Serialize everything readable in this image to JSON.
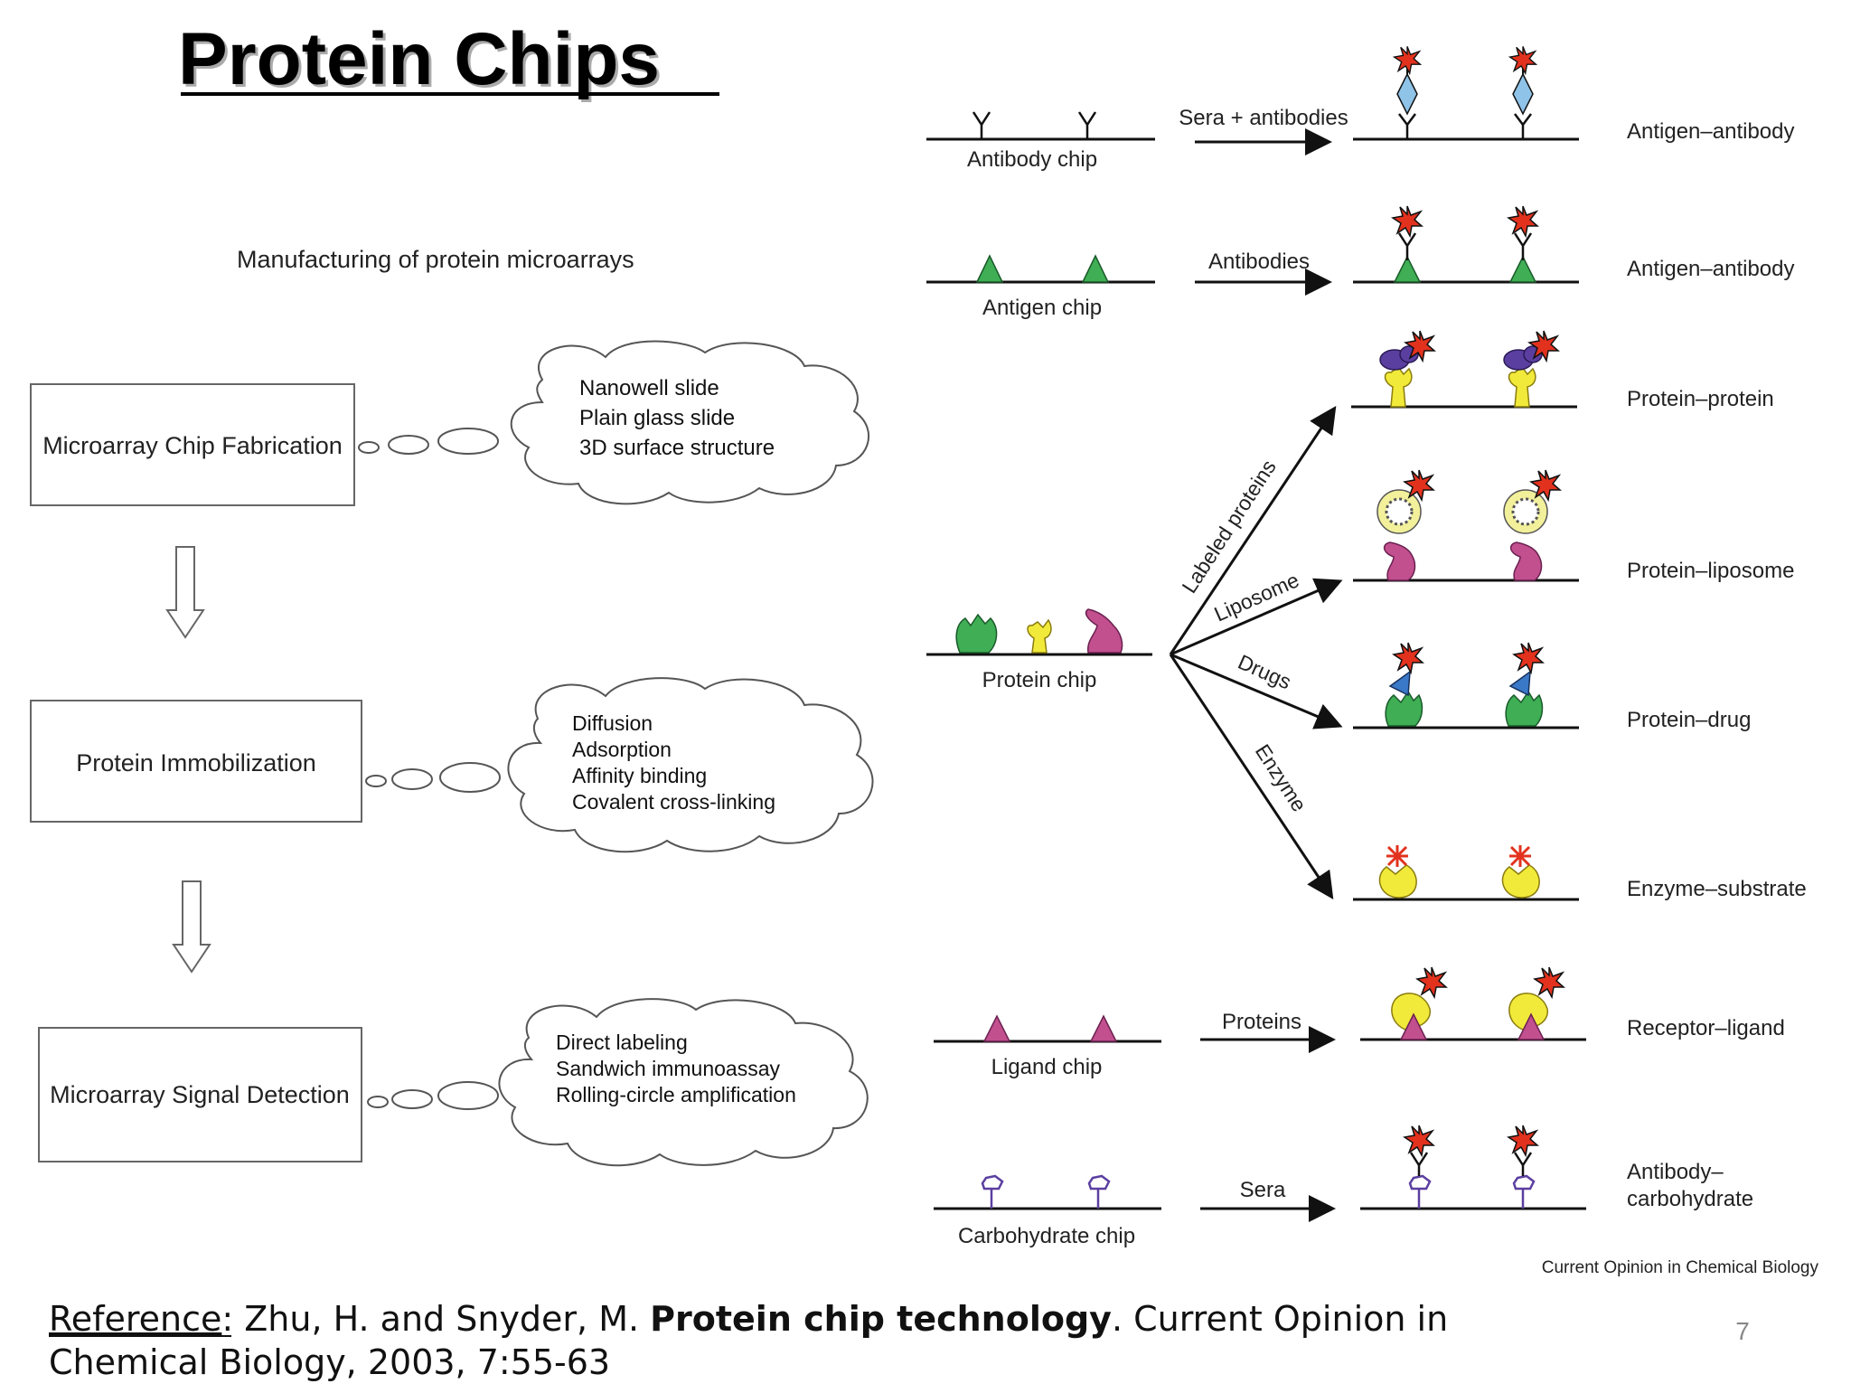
{
  "title": "Protein Chips",
  "left_panel": {
    "heading": "Manufacturing of protein microarrays",
    "steps": [
      {
        "label": "Microarray Chip Fabrication",
        "details": [
          "Nanowell slide",
          "Plain glass slide",
          "3D surface structure"
        ]
      },
      {
        "label": "Protein Immobilization",
        "details": [
          "Diffusion",
          "Adsorption",
          "Affinity binding",
          "Covalent cross-linking"
        ]
      },
      {
        "label": "Microarray Signal Detection",
        "details": [
          "Direct labeling",
          "Sandwich immunoassay",
          "Rolling-circle amplification"
        ]
      }
    ]
  },
  "right_panel": {
    "chips": {
      "antibody": "Antibody chip",
      "antigen": "Antigen chip",
      "protein": "Protein chip",
      "ligand": "Ligand chip",
      "carbohydrate": "Carbohydrate chip"
    },
    "reagents": {
      "sera_antibodies": "Sera + antibodies",
      "antibodies": "Antibodies",
      "labeled_proteins": "Labeled proteins",
      "liposome": "Liposome",
      "drugs": "Drugs",
      "enzyme": "Enzyme",
      "proteins": "Proteins",
      "sera": "Sera"
    },
    "results": {
      "r1": "Antigen–antibody",
      "r2": "Antigen–antibody",
      "r3": "Protein–protein",
      "r4": "Protein–liposome",
      "r5": "Protein–drug",
      "r6": "Enzyme–substrate",
      "r7": "Receptor–ligand",
      "r8a": "Antibody–",
      "r8b": "carbohydrate"
    },
    "source": "Current Opinion in Chemical Biology"
  },
  "reference": {
    "prefix": "Reference",
    "sep": ": ",
    "authors": "Zhu, H. and Snyder, M. ",
    "article": "Protein chip technology",
    "line1_end": ". Current Opinion in",
    "line2": "Chemical Biology, 2003, 7:55-63"
  },
  "page_number": "7",
  "colors": {
    "green": "#3fae55",
    "pink": "#c2508e",
    "yellow": "#f2ea3a",
    "purple": "#5b3fa0",
    "red": "#e2321e",
    "blue": "#8fc3e8",
    "line": "#1a1a1a"
  }
}
